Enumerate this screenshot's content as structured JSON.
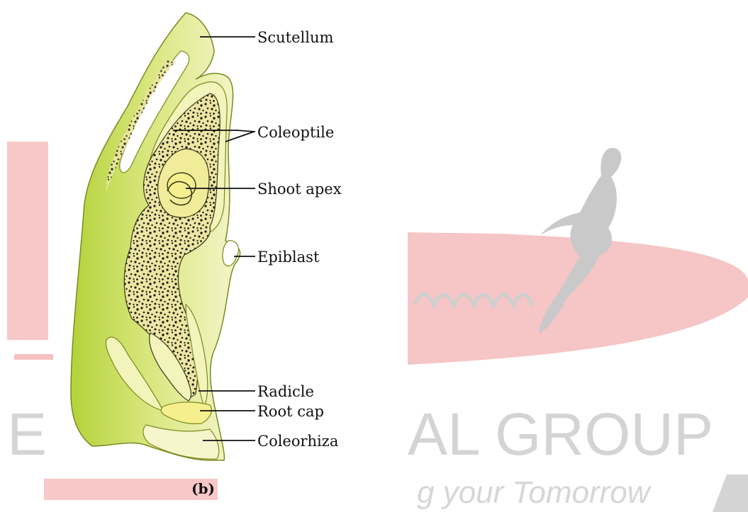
{
  "watermark": {
    "brand_text": "EDUCATIONAL GROUP",
    "tagline": "g your Tomorrow",
    "colors": {
      "accent": "#f8c7c7",
      "text": "#d4d4d4"
    }
  },
  "diagram": {
    "caption": "(b)",
    "labels": {
      "scutellum": "Scutellum",
      "coleoptile": "Coleoptile",
      "shoot_apex": "Shoot apex",
      "epiblast": "Epiblast",
      "radicle": "Radicle",
      "root_cap": "Root cap",
      "coleorhiza": "Coleorhiza"
    },
    "colors": {
      "outer_tissue": "#d5e57a",
      "light_tissue": "#f3f3bc",
      "speckled_core": "#ede6a3",
      "speckle": "#1b1b12",
      "root_cap": "#f6ef8e"
    }
  }
}
